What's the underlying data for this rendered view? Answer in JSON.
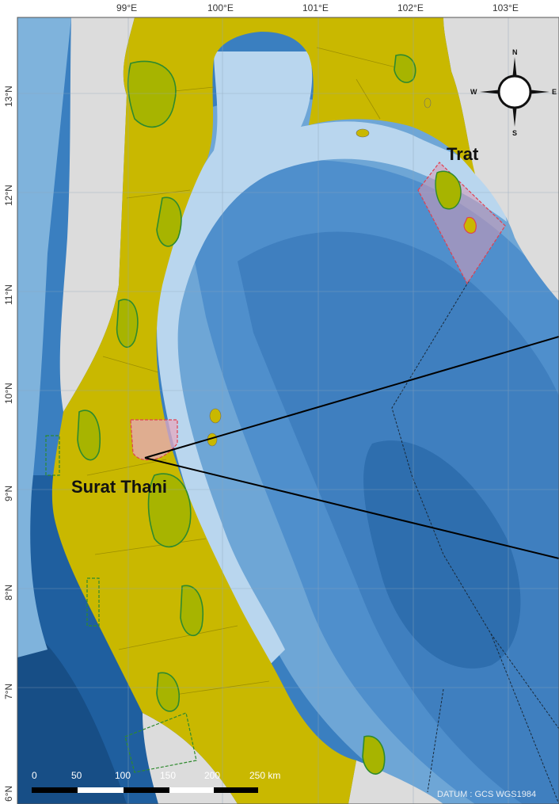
{
  "map": {
    "longitude_ticks": [
      "99°E",
      "100°E",
      "101°E",
      "102°E",
      "103°E"
    ],
    "latitude_ticks": [
      "13°N",
      "12°N",
      "11°N",
      "10°N",
      "9°N",
      "8°N",
      "7°N",
      "6°N"
    ],
    "places": {
      "trat": "Trat",
      "surat_thani": "Surat Thani"
    },
    "compass": {
      "n": "N",
      "s": "S",
      "e": "E",
      "w": "W"
    },
    "scale_bar": {
      "labels": [
        "0",
        "50",
        "100",
        "150",
        "200",
        "250 km"
      ]
    },
    "datum": "DATUM : GCS WGS1984",
    "colors": {
      "land": "#c9b800",
      "land_other": "#dcdcdc",
      "sea_shallow": "#cfe3f2",
      "sea_mid": "#7fb3dc",
      "sea_deep": "#3a7fc0",
      "sea_deepest": "#1f5f9f",
      "protected_area_outline": "#2e8a2e",
      "study_area": "#e04050"
    }
  }
}
